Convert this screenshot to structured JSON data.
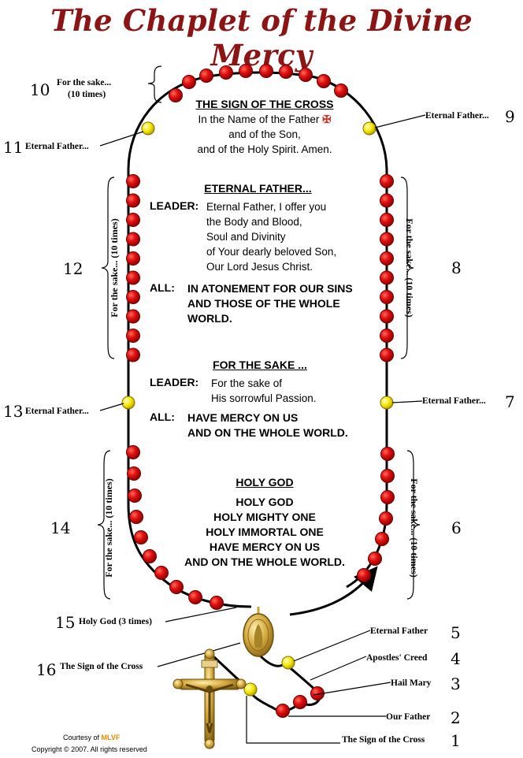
{
  "title": "The Chaplet of the Divine Mercy",
  "prayers": {
    "sign_of_cross": {
      "heading": "THE SIGN OF THE CROSS",
      "lines": [
        "In the Name of the Father",
        "and of the Son,",
        "and of the Holy Spirit.  Amen."
      ],
      "cross_glyph": "✠"
    },
    "eternal_father": {
      "heading": "ETERNAL FATHER...",
      "leader_label": "LEADER:",
      "leader_lines": [
        "Eternal Father, I offer you",
        "the Body and Blood,",
        "Soul and Divinity",
        "of Your dearly beloved Son,",
        "Our Lord Jesus Christ."
      ],
      "all_label": "ALL:",
      "all_lines": [
        "IN ATONEMENT FOR OUR SINS",
        "AND THOSE OF THE WHOLE",
        "WORLD."
      ]
    },
    "for_the_sake": {
      "heading": "FOR THE SAKE ...",
      "leader_label": "LEADER:",
      "leader_lines": [
        "For the sake of",
        "His sorrowful Passion."
      ],
      "all_label": "ALL:",
      "all_lines": [
        "HAVE MERCY ON US",
        "AND ON THE WHOLE WORLD."
      ]
    },
    "holy_god": {
      "heading": "HOLY GOD",
      "lines": [
        "HOLY GOD",
        "HOLY MIGHTY ONE",
        "HOLY IMMORTAL ONE",
        "HAVE MERCY ON US",
        "AND ON THE WHOLE WORLD."
      ]
    }
  },
  "steps": [
    {
      "num": "1",
      "label": "The Sign of the Cross"
    },
    {
      "num": "2",
      "label": "Our Father"
    },
    {
      "num": "3",
      "label": "Hail Mary"
    },
    {
      "num": "4",
      "label": "Apostles' Creed"
    },
    {
      "num": "5",
      "label": "Eternal Father"
    },
    {
      "num": "6",
      "label": "For the sake... (10 times)"
    },
    {
      "num": "7",
      "label": "Eternal Father..."
    },
    {
      "num": "8",
      "label": "For the sake... (10 times)"
    },
    {
      "num": "9",
      "label": "Eternal Father..."
    },
    {
      "num": "10",
      "label": "For the sake...",
      "label2": "(10 times)"
    },
    {
      "num": "11",
      "label": "Eternal Father..."
    },
    {
      "num": "12",
      "label": "For the sake... (10 times)"
    },
    {
      "num": "13",
      "label": "Eternal Father..."
    },
    {
      "num": "14",
      "label": "For the sake... (10 times)"
    },
    {
      "num": "15",
      "label": "Holy God (3 times)"
    },
    {
      "num": "16",
      "label": "The Sign of the Cross"
    }
  ],
  "credit": {
    "courtesy": "Courtesy of",
    "org": "MLVF",
    "copyright": "Copyright © 2007.  All rights reserved"
  },
  "colors": {
    "title": "#8b1515",
    "bead_red": "#e01010",
    "bead_yellow": "#f5e600",
    "chain": "#000000",
    "medal_gold": "#c9a13b"
  }
}
